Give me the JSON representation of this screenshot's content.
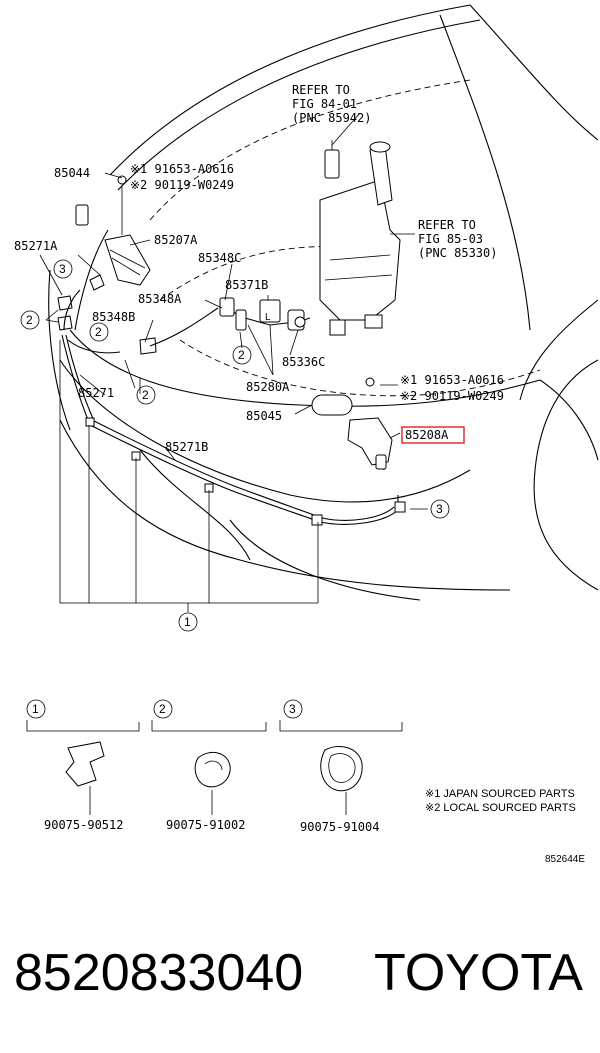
{
  "diagram": {
    "refs": {
      "ref1": [
        "REFER TO",
        "FIG 84-01",
        "(PNC 85942)"
      ],
      "ref2": [
        "REFER TO",
        "FIG 85-03",
        "(PNC 85330)"
      ]
    },
    "parts": {
      "p85044": "85044",
      "p85271A": "85271A",
      "p85207A": "85207A",
      "p85348C": "85348C",
      "p85371B": "85371B",
      "p85348A": "85348A",
      "p85348B": "85348B",
      "p85336C": "85336C",
      "p85271": "85271",
      "p85280A": "85280A",
      "p85045": "85045",
      "p85208A": "85208A",
      "p85271B": "85271B"
    },
    "sourcing_top": {
      "a1": "※1 91653-A0616",
      "a2": "※2 90119-W0249"
    },
    "sourcing_mid": {
      "b1": "※1 91653-A0616",
      "b2": "※2 90119-W0249"
    },
    "circles": {
      "c1": "1",
      "c2": "2",
      "c3": "3"
    },
    "legend": {
      "item1": {
        "num": "1",
        "part": "90075-90512"
      },
      "item2": {
        "num": "2",
        "part": "90075-91002"
      },
      "item3": {
        "num": "3",
        "part": "90075-91004"
      },
      "notes": [
        "※1 JAPAN SOURCED PARTS",
        "※2 LOCAL SOURCED PARTS"
      ],
      "code": "852644E"
    }
  },
  "footer": {
    "part_number": "8520833040",
    "brand": "TOYOTA"
  },
  "colors": {
    "highlight": "#d33333",
    "ink": "#000000"
  }
}
